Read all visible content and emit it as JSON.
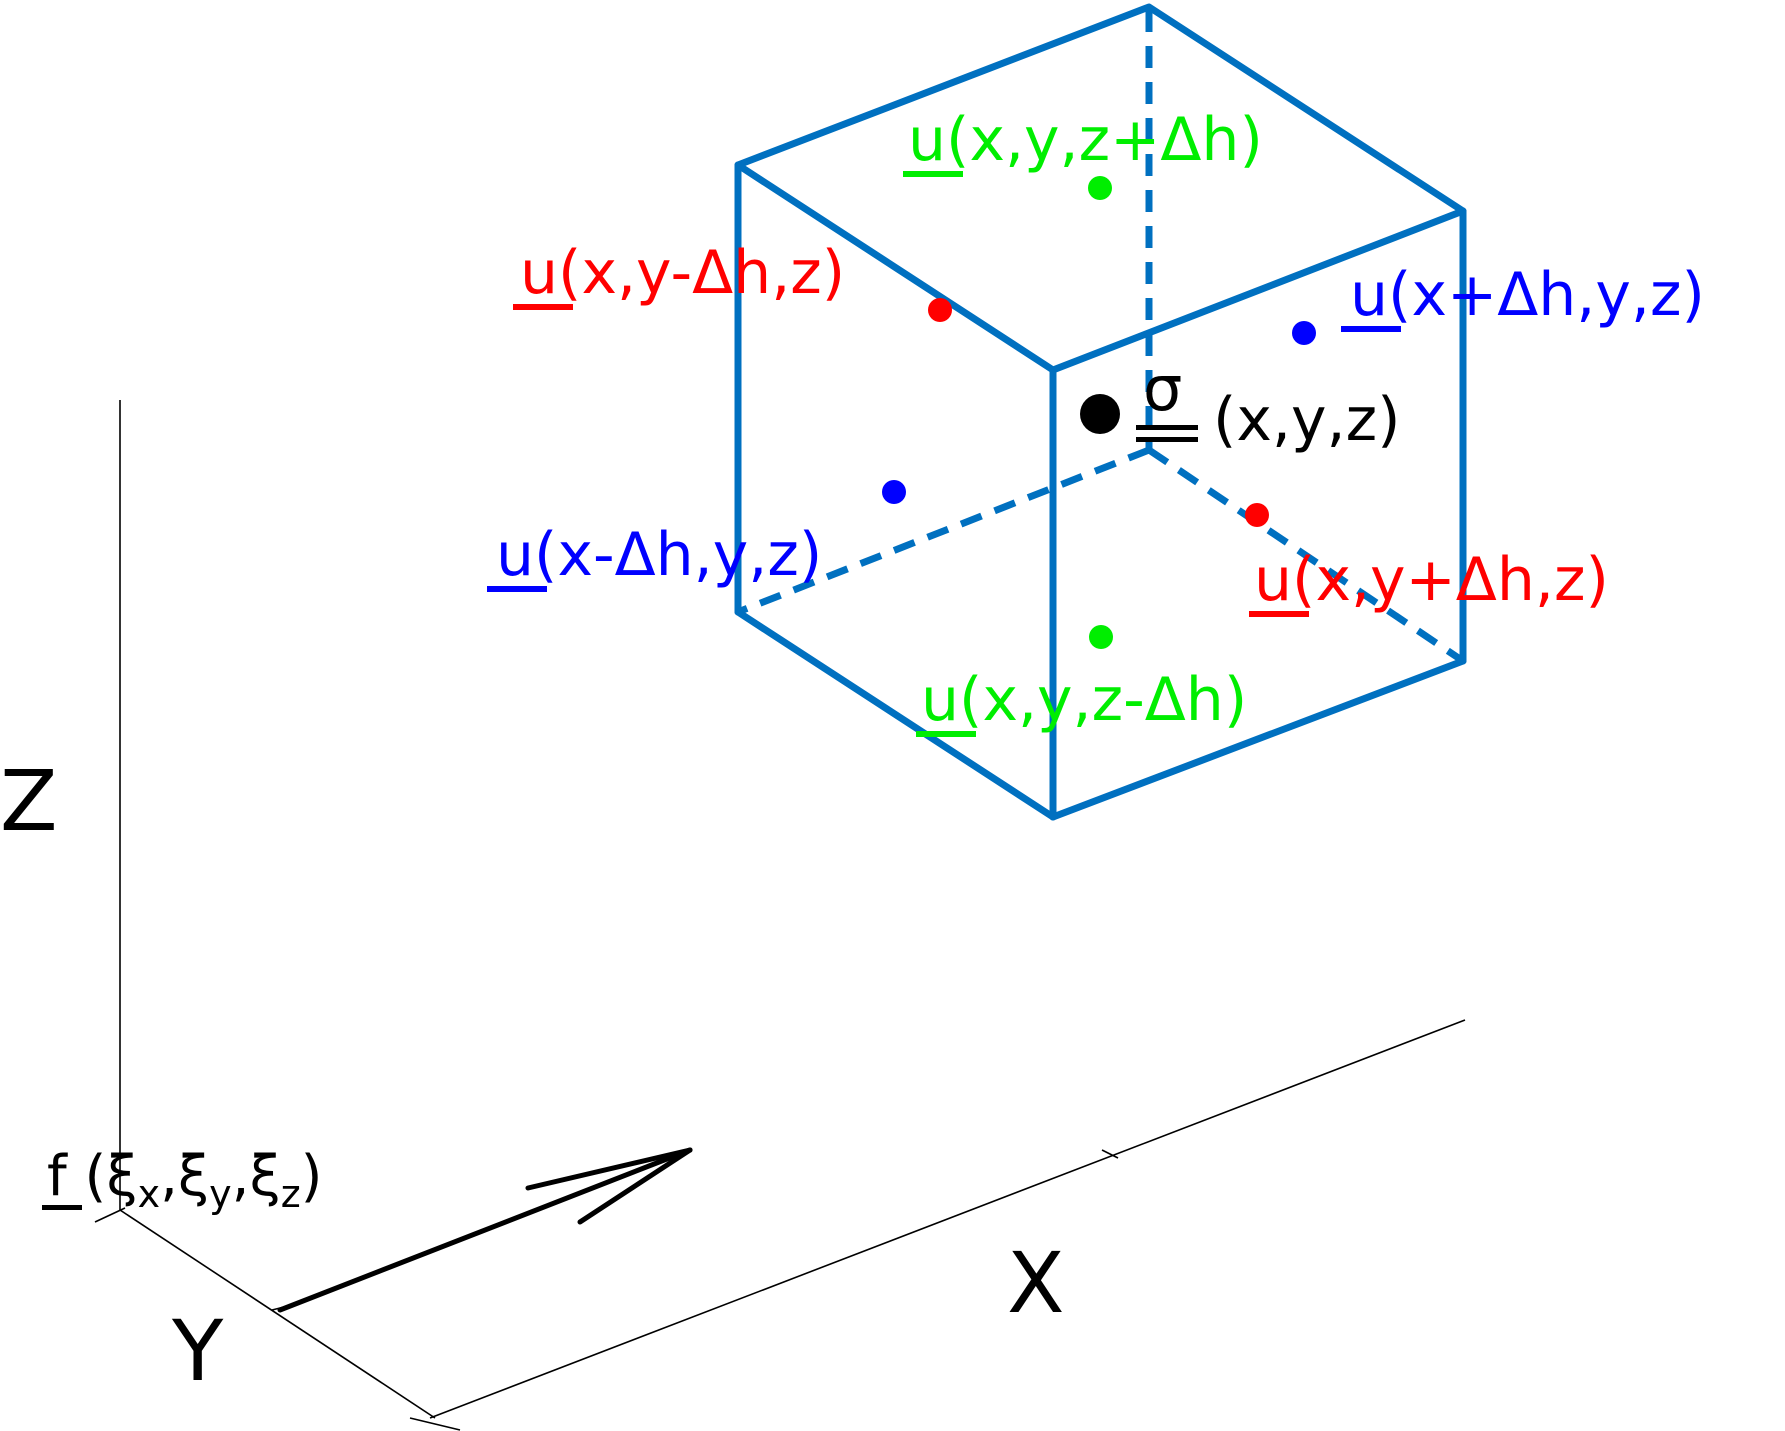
{
  "axes": {
    "x_label": "X",
    "y_label": "Y",
    "z_label": "Z"
  },
  "colors": {
    "cube_edge": "#0070C0",
    "axis_line": "#000000",
    "x_neighbor": "#0000FF",
    "y_neighbor": "#FF0000",
    "z_neighbor": "#00EE00",
    "center": "#000000"
  },
  "center": {
    "symbol": "σ",
    "args": "(x,y,z)"
  },
  "neighbors": {
    "z_plus": {
      "symbol": "u",
      "args": "(x,y,z+Δh)"
    },
    "z_minus": {
      "symbol": "u",
      "args": "(x,y,z-Δh)"
    },
    "y_minus": {
      "symbol": "u",
      "args": "(x,y-Δh,z)"
    },
    "y_plus": {
      "symbol": "u",
      "args": "(x,y+Δh,z)"
    },
    "x_plus": {
      "symbol": "u",
      "args": "(x+Δh,y,z)"
    },
    "x_minus": {
      "symbol": "u",
      "args": "(x-Δh,y,z)"
    }
  },
  "force": {
    "symbol": "f",
    "open": " (",
    "xi": "ξ",
    "sub_x": "x",
    "sub_y": "y",
    "sub_z": "z",
    "comma": ",",
    "close": ")"
  },
  "icons": {
    "force_vector": "arrow-icon",
    "center_point": "dot-icon"
  }
}
